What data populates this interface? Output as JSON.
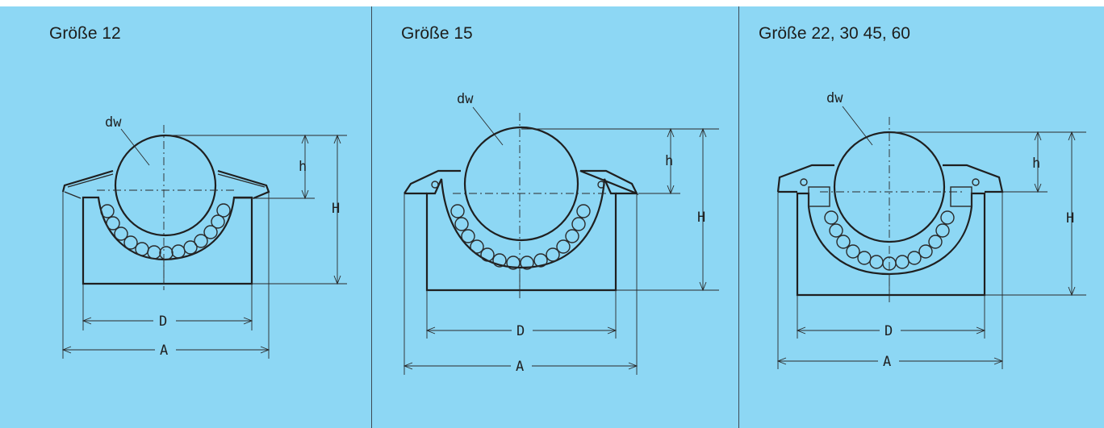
{
  "panels": [
    {
      "title": "Größe 12",
      "labels": {
        "dw": "dw",
        "h": "h",
        "H": "H",
        "D": "D",
        "A": "A"
      }
    },
    {
      "title": "Größe 15",
      "labels": {
        "dw": "dw",
        "h": "h",
        "H": "H",
        "D": "D",
        "A": "A"
      }
    },
    {
      "title": "Größe 22, 30 45, 60",
      "labels": {
        "dw": "dw",
        "h": "h",
        "H": "H",
        "D": "D",
        "A": "A"
      }
    }
  ],
  "colors": {
    "background": "#8dd7f4",
    "line": "#2a2a2a",
    "divider": "#3c4a55"
  }
}
